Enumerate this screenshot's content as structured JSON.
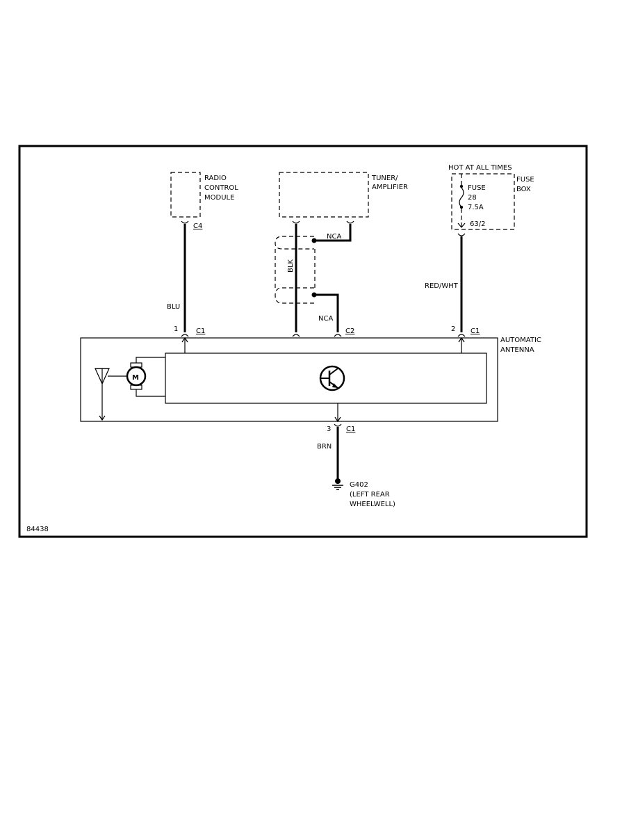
{
  "labels": {
    "radio_control_module": [
      "RADIO",
      "CONTROL",
      "MODULE"
    ],
    "tuner_amplifier": [
      "TUNER/",
      "AMPLIFIER"
    ],
    "hot_at_all_times": "HOT AT  ALL TIMES",
    "fuse_box": [
      "FUSE",
      "BOX"
    ],
    "fuse": [
      "FUSE",
      "28",
      "7.5A"
    ],
    "fuse_terminal": "63/2",
    "automatic_antenna": [
      "AUTOMATIC",
      "ANTENNA"
    ],
    "ground": [
      "G402",
      "(LEFT REAR",
      "WHEELWELL)"
    ],
    "figure_id": "84438",
    "motor_symbol": "M"
  },
  "connectors": {
    "c4": "C4",
    "c1_pin1_num": "1",
    "c1_pin1": "C1",
    "c2": "C2",
    "c1_pin2_num": "2",
    "c1_pin2": "C1",
    "c1_pin3_num": "3",
    "c1_pin3": "C1"
  },
  "wires": {
    "blu": "BLU",
    "blk": "BLK",
    "nca_top": "NCA",
    "nca_bottom": "NCA",
    "red_wht": "RED/WHT",
    "brn": "BRN"
  }
}
